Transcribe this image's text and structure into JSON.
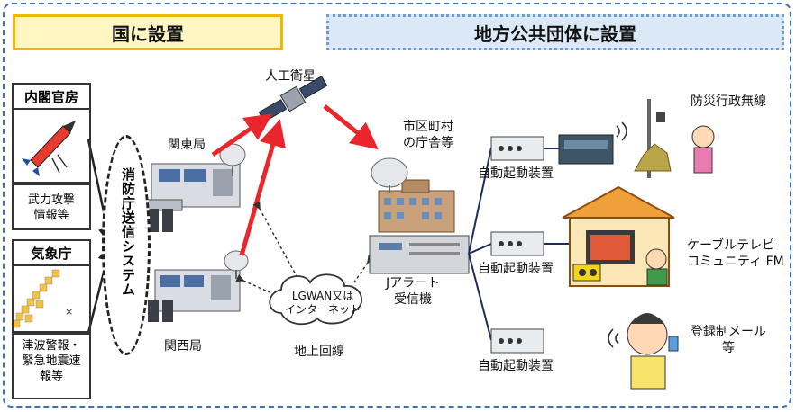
{
  "headers": {
    "national": "国に設置",
    "local": "地方公共団体に設置"
  },
  "sources": {
    "cabinet_office": "内閣官房",
    "missile_info": [
      "武力攻撃",
      "情報等"
    ],
    "jma": "気象庁",
    "tsunami_info": [
      "津波警報・",
      "緊急地震速",
      "報等"
    ]
  },
  "system": {
    "fdma_system": "消防庁送信システム",
    "kanto_station": "関東局",
    "kansai_station": "関西局"
  },
  "network": {
    "satellite": "人工衛星",
    "lgwan": [
      "LGWAN又は",
      "インターネット"
    ],
    "ground_line": "地上回線"
  },
  "municipal": {
    "office": [
      "市区町村",
      "の庁舎等"
    ],
    "receiver": [
      "Jアラート",
      "受信機"
    ],
    "auto_start_1": "自動起動装置",
    "auto_start_2": "自動起動装置",
    "auto_start_3": "自動起動装置"
  },
  "outputs": {
    "disaster_radio": "防災行政無線",
    "cable_tv": [
      "ケーブルテレビ",
      "コミュニティ FM"
    ],
    "email": [
      "登録制メール",
      "等"
    ]
  },
  "colors": {
    "arrow_red": "#e8262b",
    "national_fill": "#fff6c2",
    "national_border": "#f2b705",
    "local_fill": "#dbe8f6",
    "local_border": "#6f9bd1",
    "frame_border": "#3b6fb6"
  }
}
